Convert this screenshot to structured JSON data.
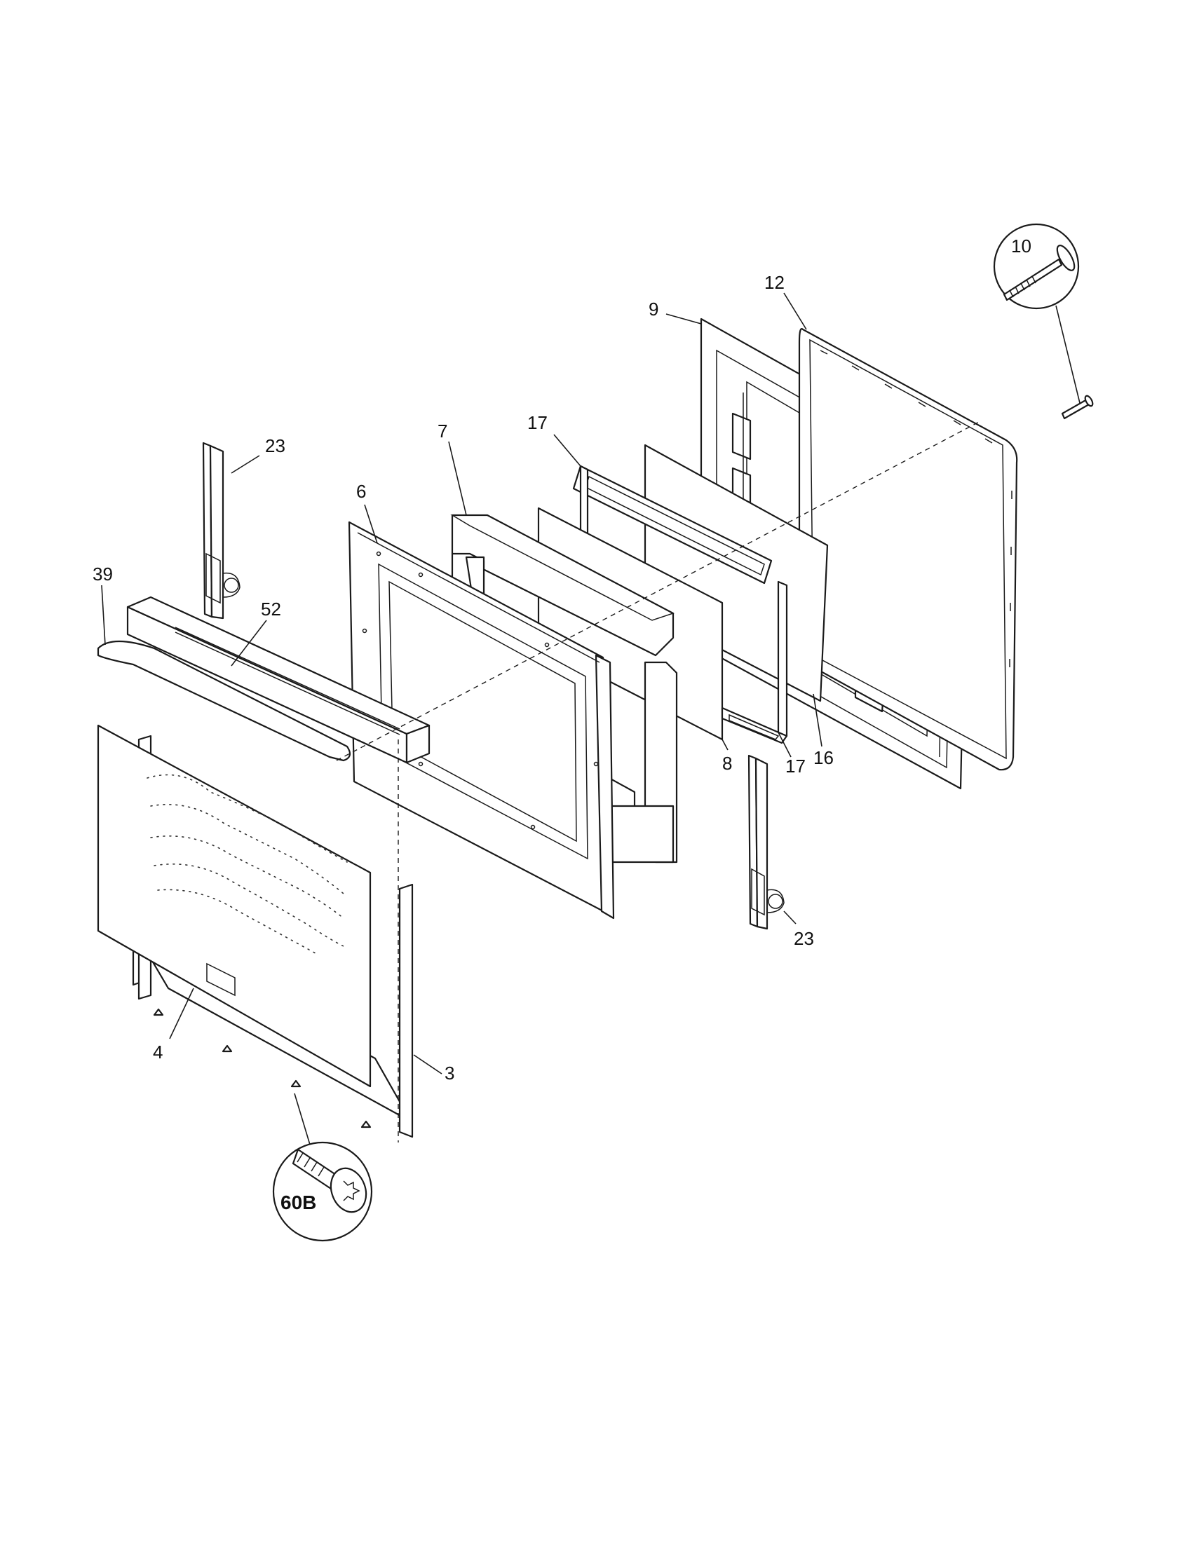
{
  "diagram": {
    "callouts": {
      "c3": "3",
      "c4": "4",
      "c6": "6",
      "c7": "7",
      "c8": "8",
      "c9": "9",
      "c10": "10",
      "c12": "12",
      "c16": "16",
      "c17a": "17",
      "c17b": "17",
      "c23a": "23",
      "c23b": "23",
      "c39": "39",
      "c52": "52",
      "c60b": "60B"
    }
  }
}
